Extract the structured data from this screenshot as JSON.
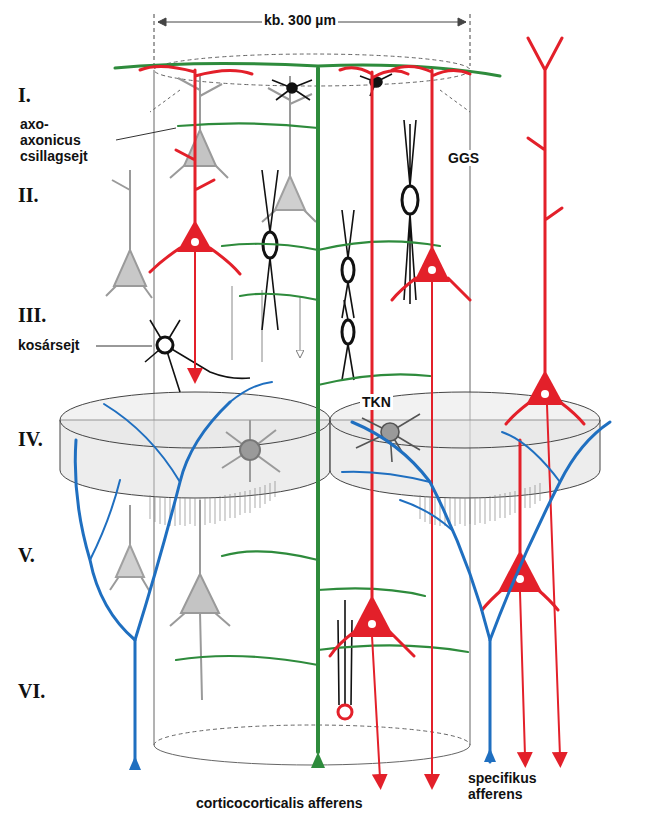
{
  "diagram": {
    "labels": [
      "kb. 300 µm",
      "I.",
      "axo- axonicus csillagsejt",
      "II.",
      "GGS",
      "III.",
      "kosársejt",
      "IV.",
      "TKN",
      "V.",
      "VI.",
      "corticocorticalis afferens",
      "specifikus afferens"
    ]
  }
}
